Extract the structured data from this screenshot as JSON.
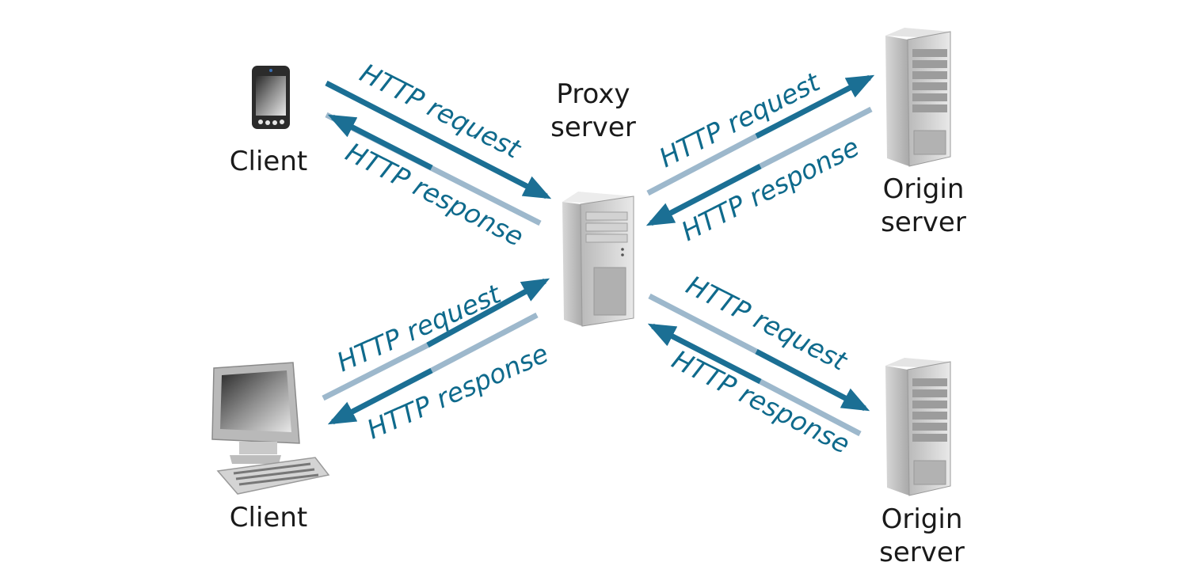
{
  "colors": {
    "request_arrow": "#1b6f94",
    "response_line": "#9db8cc",
    "label": "#0f6a8c",
    "text": "#1a1a1a"
  },
  "nodes": {
    "client_top": {
      "label": "Client",
      "icon": "smartphone-icon"
    },
    "client_bottom": {
      "label": "Client",
      "icon": "desktop-computer-icon"
    },
    "proxy": {
      "label_line1": "Proxy",
      "label_line2": "server",
      "icon": "tower-server-icon"
    },
    "origin_top": {
      "label_line1": "Origin",
      "label_line2": "server",
      "icon": "rack-server-icon"
    },
    "origin_bottom": {
      "label_line1": "Origin",
      "label_line2": "server",
      "icon": "rack-server-icon"
    }
  },
  "links": {
    "top_left": {
      "request": "HTTP request",
      "response": "HTTP response"
    },
    "bottom_left": {
      "request": "HTTP request",
      "response": "HTTP response"
    },
    "top_right": {
      "request": "HTTP request",
      "response": "HTTP response"
    },
    "bottom_right": {
      "request": "HTTP request",
      "response": "HTTP response"
    }
  }
}
